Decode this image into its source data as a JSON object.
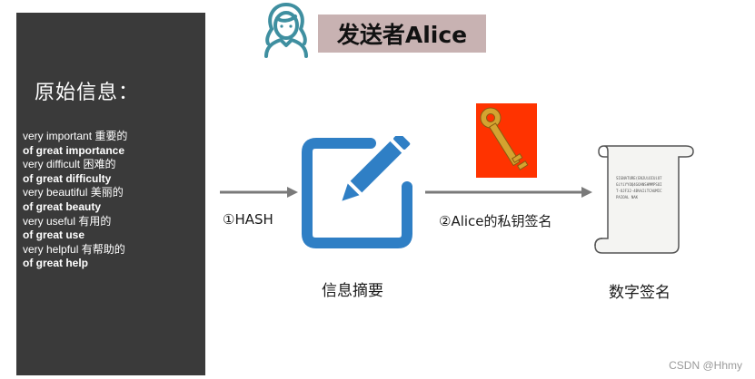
{
  "left_panel": {
    "title": "原始信息：",
    "phrases": [
      {
        "text": "very important 重要的",
        "bold": false
      },
      {
        "text": "of great importance",
        "bold": true
      },
      {
        "text": "very difficult 困难的",
        "bold": false
      },
      {
        "text": "of great difficulty",
        "bold": true
      },
      {
        "text": "very beautiful 美丽的",
        "bold": false
      },
      {
        "text": "of great beauty",
        "bold": true
      },
      {
        "text": "very useful 有用的",
        "bold": false
      },
      {
        "text": "of great use",
        "bold": true
      },
      {
        "text": "very helpful 有帮助的",
        "bold": false
      },
      {
        "text": "of great help",
        "bold": true
      }
    ]
  },
  "sender": {
    "label": "发送者Alice",
    "icon": "person-icon"
  },
  "flow": {
    "step1_label": "①HASH",
    "step2_label": "②Alice的私钥签名",
    "digest_label": "信息摘要",
    "signature_label": "数字签名",
    "scroll_text_lines": [
      "SIGNATURE(ENJUiOIUiO7",
      "GiYiYYOQ4GOANSHMMPSOI",
      "T-OJF32-4BVkIiTCAUMIC",
      "PAIOAL  NAK"
    ]
  },
  "colors": {
    "panel_bg": "#3a3a3a",
    "sender_box": "#c8b2b2",
    "edit_icon_blue": "#2f7fc5",
    "key_bg": "#ff3300",
    "key_gold": "#d4a330",
    "arrow": "#7a7a7a",
    "person_icon": "#3f8fa0"
  },
  "watermark": "CSDN @Hhmy"
}
